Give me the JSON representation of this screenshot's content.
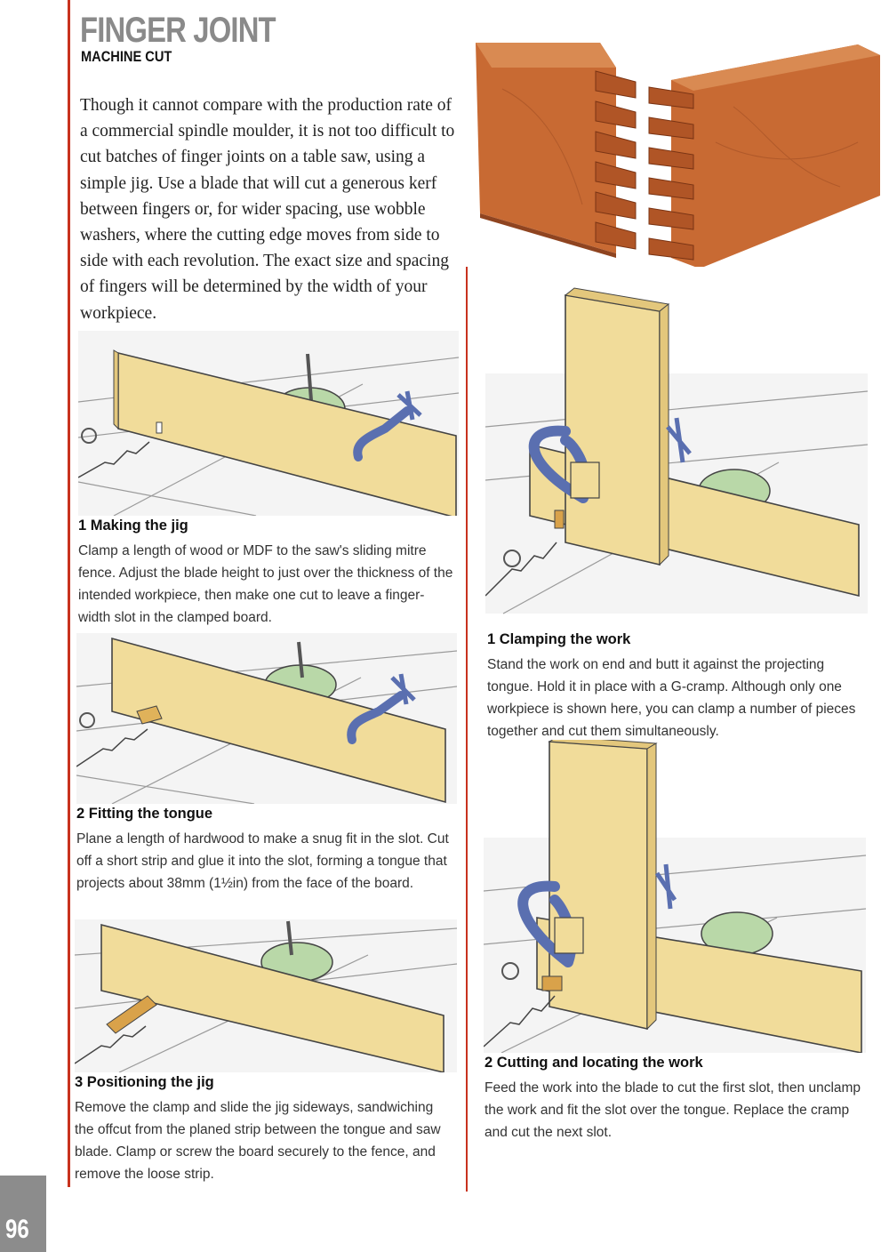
{
  "header": {
    "title": "FINGER JOINT",
    "subtitle": "MACHINE CUT"
  },
  "intro": "Though it cannot compare with the production rate of a commercial spindle moulder, it is not too difficult to cut batches of finger joints on a table saw, using a simple jig. Use a blade that will cut a generous kerf between fingers or, for wider spacing, use wobble washers, where the cutting edge moves from side to side with each revolution. The exact size and spacing of fingers will be determined by the width of your workpiece.",
  "steps_left": [
    {
      "title": "1 Making the jig",
      "text": "Clamp a length of wood or MDF to the saw's sliding mitre fence. Adjust the blade height to just over the thickness of the intended workpiece, then make one cut to leave a finger-width slot in the clamped board."
    },
    {
      "title": "2 Fitting the tongue",
      "text": "Plane a length of hardwood to make a snug fit in the slot. Cut off a short strip and glue it into the slot, forming a tongue that projects about 38mm (1½in) from the face of the board."
    },
    {
      "title": "3 Positioning the jig",
      "text": "Remove the clamp and slide the jig sideways, sandwiching the offcut from the planed strip between the tongue and saw blade. Clamp or screw the board securely to the fence, and remove the loose strip."
    }
  ],
  "steps_right": [
    {
      "title": "1 Clamping the work",
      "text": "Stand the work on end and butt it against the projecting tongue. Hold it in place with a G-cramp. Although only one workpiece is shown here, you can clamp a number of pieces together and cut them simultaneously."
    },
    {
      "title": "2 Cutting and locating the work",
      "text": "Feed the work into the blade to cut the first slot, then unclamp the work and fit the slot over the tongue. Replace the cramp and cut the next slot."
    }
  ],
  "footer": {
    "page_number": "96"
  },
  "colors": {
    "accent_rule": "#c8321e",
    "wood_light": "#f1dc9a",
    "wood_joint": "#c0602a",
    "clamp_blue": "#5a6fb0",
    "saw_green": "#b9d8a8",
    "page_tab": "#8c8c8c"
  }
}
